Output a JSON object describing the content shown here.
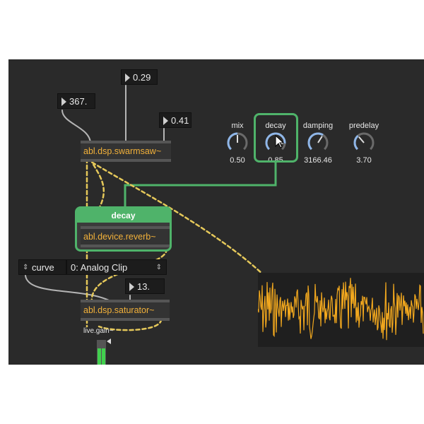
{
  "number_boxes": {
    "n1": "0.29",
    "n2": "367.",
    "n3": "0.41",
    "n4": "13."
  },
  "objects": {
    "swarmsaw": "abl.dsp.swarmsaw~",
    "reverb": "abl.device.reverb~",
    "saturator": "abl.dsp.saturator~",
    "livegain": "live.gain~"
  },
  "bpatcher": {
    "title": "decay"
  },
  "dials": [
    {
      "label": "mix",
      "value": "0.50",
      "level": 0.5
    },
    {
      "label": "decay",
      "value": "0.85",
      "level": 0.85
    },
    {
      "label": "damping",
      "value": "3166.46",
      "level": 0.62
    },
    {
      "label": "predelay",
      "value": "3.70",
      "level": 0.35
    }
  ],
  "curve_menu": {
    "label": "curve",
    "selected": "0: Analog Clip"
  },
  "colors": {
    "accent": "#4fb36a",
    "cord": "#f2b13a",
    "object_text": "#f2b13a",
    "background": "#2a2a2a"
  },
  "icons": {
    "pointer": "mouse-pointer-icon",
    "triangle": "number-triangle-icon"
  }
}
